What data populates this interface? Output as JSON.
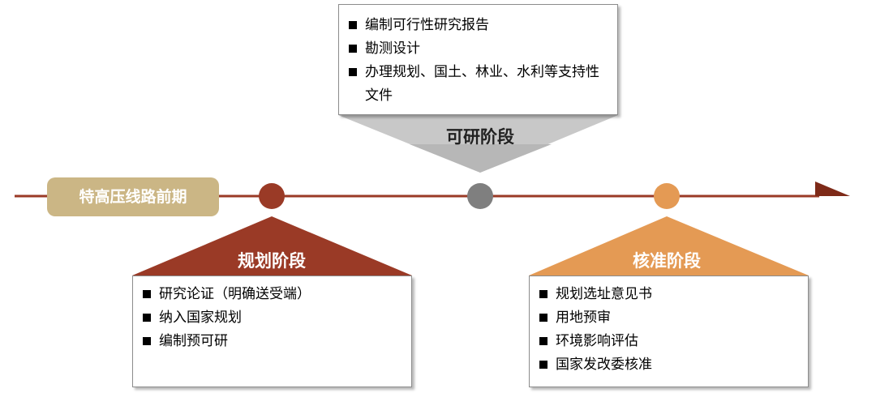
{
  "timeline_label": "特高压线路前期",
  "stages": {
    "plan": {
      "title": "规划阶段",
      "items": [
        "研究论证（明确送受端）",
        "纳入国家规划",
        "编制预可研"
      ],
      "color": "#9a3a26"
    },
    "research": {
      "title": "可研阶段",
      "items": [
        "编制可行性研究报告",
        "勘测设计",
        "办理规划、国土、林业、水利等支持性文件"
      ],
      "color": "#808080"
    },
    "approve": {
      "title": "核准阶段",
      "items": [
        "规划选址意见书",
        "用地预审",
        "环境影响评估",
        "国家发改委核准"
      ],
      "color": "#e49a54"
    }
  },
  "colors": {
    "timeline": "#9a3a26",
    "pill": "#cbb685",
    "triangle_light": "#c8c8c8"
  }
}
